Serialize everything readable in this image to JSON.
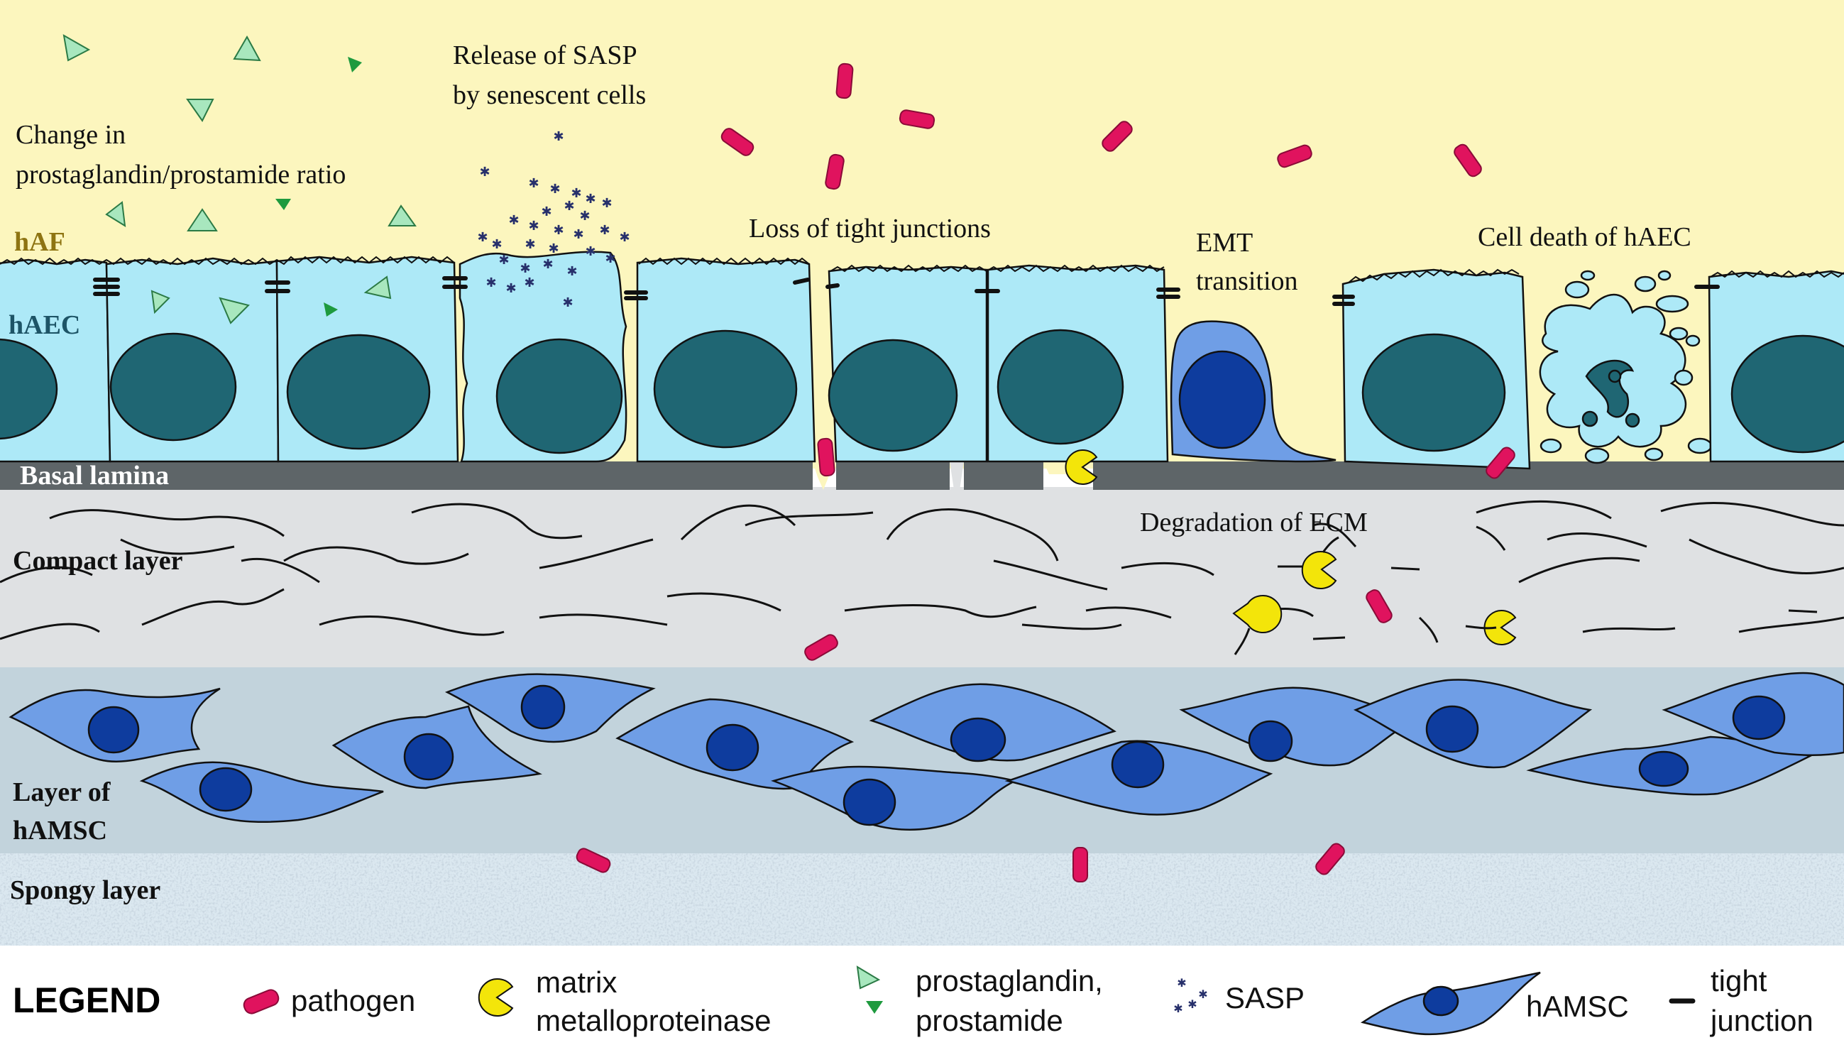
{
  "colors": {
    "fluid": "#FCF6BE",
    "cell": "#ADE9F7",
    "nucleus": "#1F6673",
    "basal": "#5E6568",
    "compact": "#DFE1E3",
    "amsc_layer": "#C2D3DC",
    "amsc_cell": "#6F9EE6",
    "amsc_nucleus": "#0E3C9E",
    "spongy": "#C8D9E5",
    "pathogen": "#E0135E",
    "mmp": "#F3E50A",
    "prostaglandin": "#A8E7BE",
    "prostamide": "#1E9A3E",
    "sasp": "#27306B",
    "haf_label": "#8E7412",
    "haec_label": "#1D5466"
  },
  "layers": {
    "haf": "hAF",
    "haec": "hAEC",
    "basal": "Basal lamina",
    "compact": "Compact layer",
    "amsc_line1": "Layer of",
    "amsc_line2": "hAMSC",
    "spongy": "Spongy layer"
  },
  "annotations": {
    "ratio_line1": "Change in",
    "ratio_line2": "prostaglandin/prostamide ratio",
    "sasp_line1": "Release of SASP",
    "sasp_line2": "by senescent cells",
    "tight": "Loss of tight junctions",
    "emt_line1": "EMT",
    "emt_line2": "transition",
    "death": "Cell death of hAEC",
    "ecm": "Degradation of ECM"
  },
  "legend": {
    "title": "LEGEND",
    "pathogen": "pathogen",
    "mmp_line1": "matrix",
    "mmp_line2": "metalloproteinase",
    "pg_line1": "prostaglandin,",
    "pg_line2": "prostamide",
    "sasp": "SASP",
    "hamsc": "hAMSC",
    "tj_line1": "tight",
    "tj_line2": "junction"
  }
}
